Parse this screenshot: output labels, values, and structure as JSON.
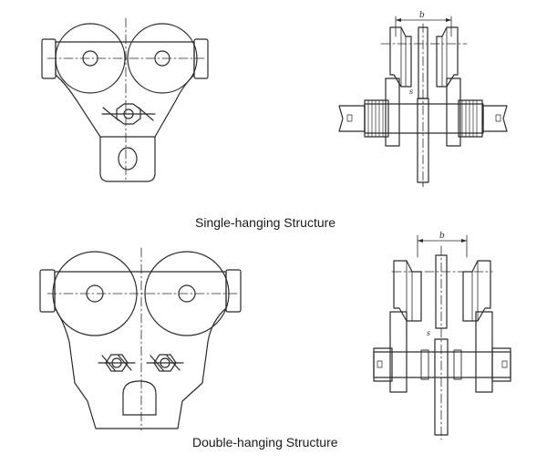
{
  "captions": {
    "single": "Single-hanging Structure",
    "double": "Double-hanging Structure"
  },
  "dimension_labels": {
    "single_width": "b",
    "single_gap": "s",
    "double_width": "b",
    "double_gap": "s"
  },
  "colors": {
    "line": "#2a2a2a",
    "background": "#ffffff"
  }
}
